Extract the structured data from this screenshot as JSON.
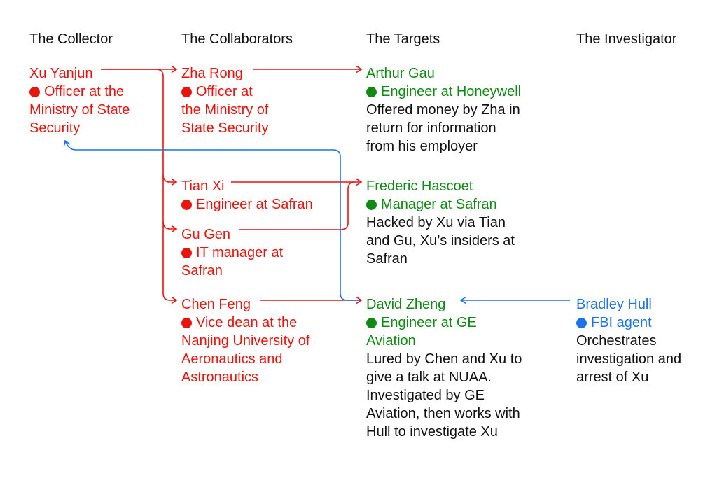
{
  "colors": {
    "mss": "#e8150f",
    "target": "#0f8a12",
    "fbi": "#1a73e8",
    "text": "#111111"
  },
  "headers": {
    "collector": "The Collector",
    "collaborators": "The Collaborators",
    "targets": "The Targets",
    "investigator": "The Investigator"
  },
  "collector": {
    "xu": {
      "name": "Xu Yanjun",
      "role": "Officer at the\nMinistry of State\nSecurity"
    }
  },
  "collaborators": {
    "zha": {
      "name": "Zha Rong",
      "role": "Officer at\nthe Ministry of\nState Security"
    },
    "tian": {
      "name": "Tian Xi",
      "role": "Engineer at Safran"
    },
    "gu": {
      "name": "Gu Gen",
      "role": "IT manager at\nSafran"
    },
    "chen": {
      "name": "Chen Feng",
      "role": "Vice dean at the\nNanjing University of\nAeronautics and\nAstronautics"
    }
  },
  "targets": {
    "gau": {
      "name": "Arthur Gau",
      "role": "Engineer at Honeywell",
      "desc": "Offered money by Zha in\nreturn for information\nfrom his employer"
    },
    "hascoet": {
      "name": "Frederic Hascoet",
      "role": "Manager at Safran",
      "desc": "Hacked by Xu via Tian\nand Gu, Xu’s insiders at\nSafran"
    },
    "zheng": {
      "name": "David Zheng",
      "role": "Engineer at GE\nAviation",
      "desc": "Lured by Chen and Xu to\ngive a talk at NUAA.\nInvestigated by GE\nAviation, then works with\nHull to investigate Xu"
    }
  },
  "investigator": {
    "hull": {
      "name": "Bradley Hull",
      "role": "FBI agent",
      "desc": "Orchestrates\ninvestigation and\narrest of Xu"
    }
  },
  "edges": [
    {
      "from": "Xu Yanjun",
      "to": "Zha Rong",
      "color": "mss"
    },
    {
      "from": "Xu Yanjun",
      "to": "Tian Xi",
      "color": "mss"
    },
    {
      "from": "Xu Yanjun",
      "to": "Gu Gen",
      "color": "mss"
    },
    {
      "from": "Xu Yanjun",
      "to": "Chen Feng",
      "color": "mss"
    },
    {
      "from": "Zha Rong",
      "to": "Arthur Gau",
      "color": "mss"
    },
    {
      "from": "Tian Xi",
      "to": "Frederic Hascoet",
      "color": "mss"
    },
    {
      "from": "Gu Gen",
      "to": "Frederic Hascoet",
      "color": "mss"
    },
    {
      "from": "Chen Feng",
      "to": "David Zheng",
      "color": "mss"
    },
    {
      "from": "Bradley Hull",
      "to": "David Zheng",
      "color": "fbi"
    },
    {
      "from": "David Zheng",
      "to": "Xu Yanjun",
      "color": "fbi"
    }
  ]
}
